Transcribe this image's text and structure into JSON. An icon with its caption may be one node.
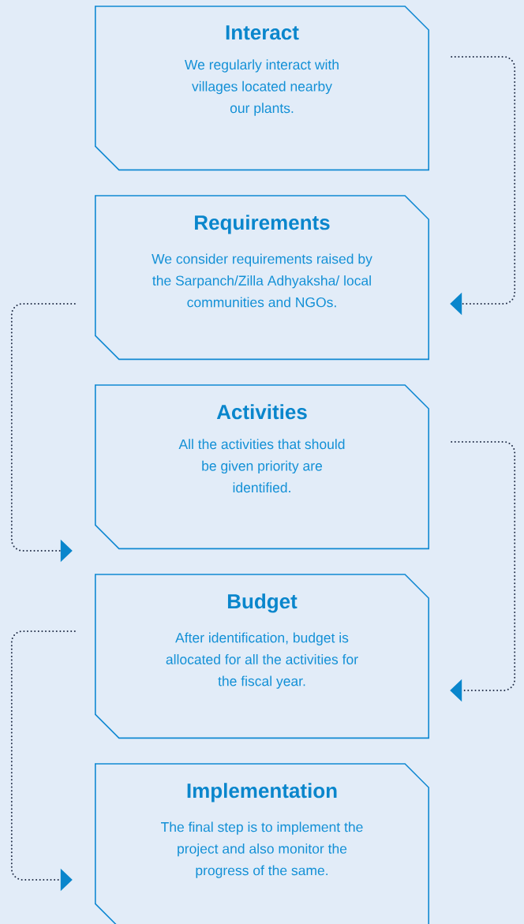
{
  "diagram": {
    "nodes": [
      {
        "text": [
          "Interact",
          "We regularly interact with villages located nearby our plants."
        ]
      },
      {
        "text": [
          "Requirements",
          "We consider requirements raised by the Sarpanch/Zilla Adhyaksha/ local communities and NGOs."
        ]
      },
      {
        "text": [
          "Activities",
          "All the activities that should be given priority are identified."
        ]
      },
      {
        "text": [
          "Budget",
          "After identification, budget is allocated for all the activities for the fiscal year."
        ]
      },
      {
        "text": [
          "Implementation",
          "The final step is to implement the project and also monitor the progress of the same."
        ]
      }
    ],
    "edges": [
      {
        "from": 0,
        "to": 1,
        "arrow": "to"
      },
      {
        "from": 1,
        "to": 2,
        "arrow": "to"
      },
      {
        "from": 2,
        "to": 3,
        "arrow": "to"
      },
      {
        "from": 3,
        "to": 4,
        "arrow": "to"
      }
    ]
  }
}
